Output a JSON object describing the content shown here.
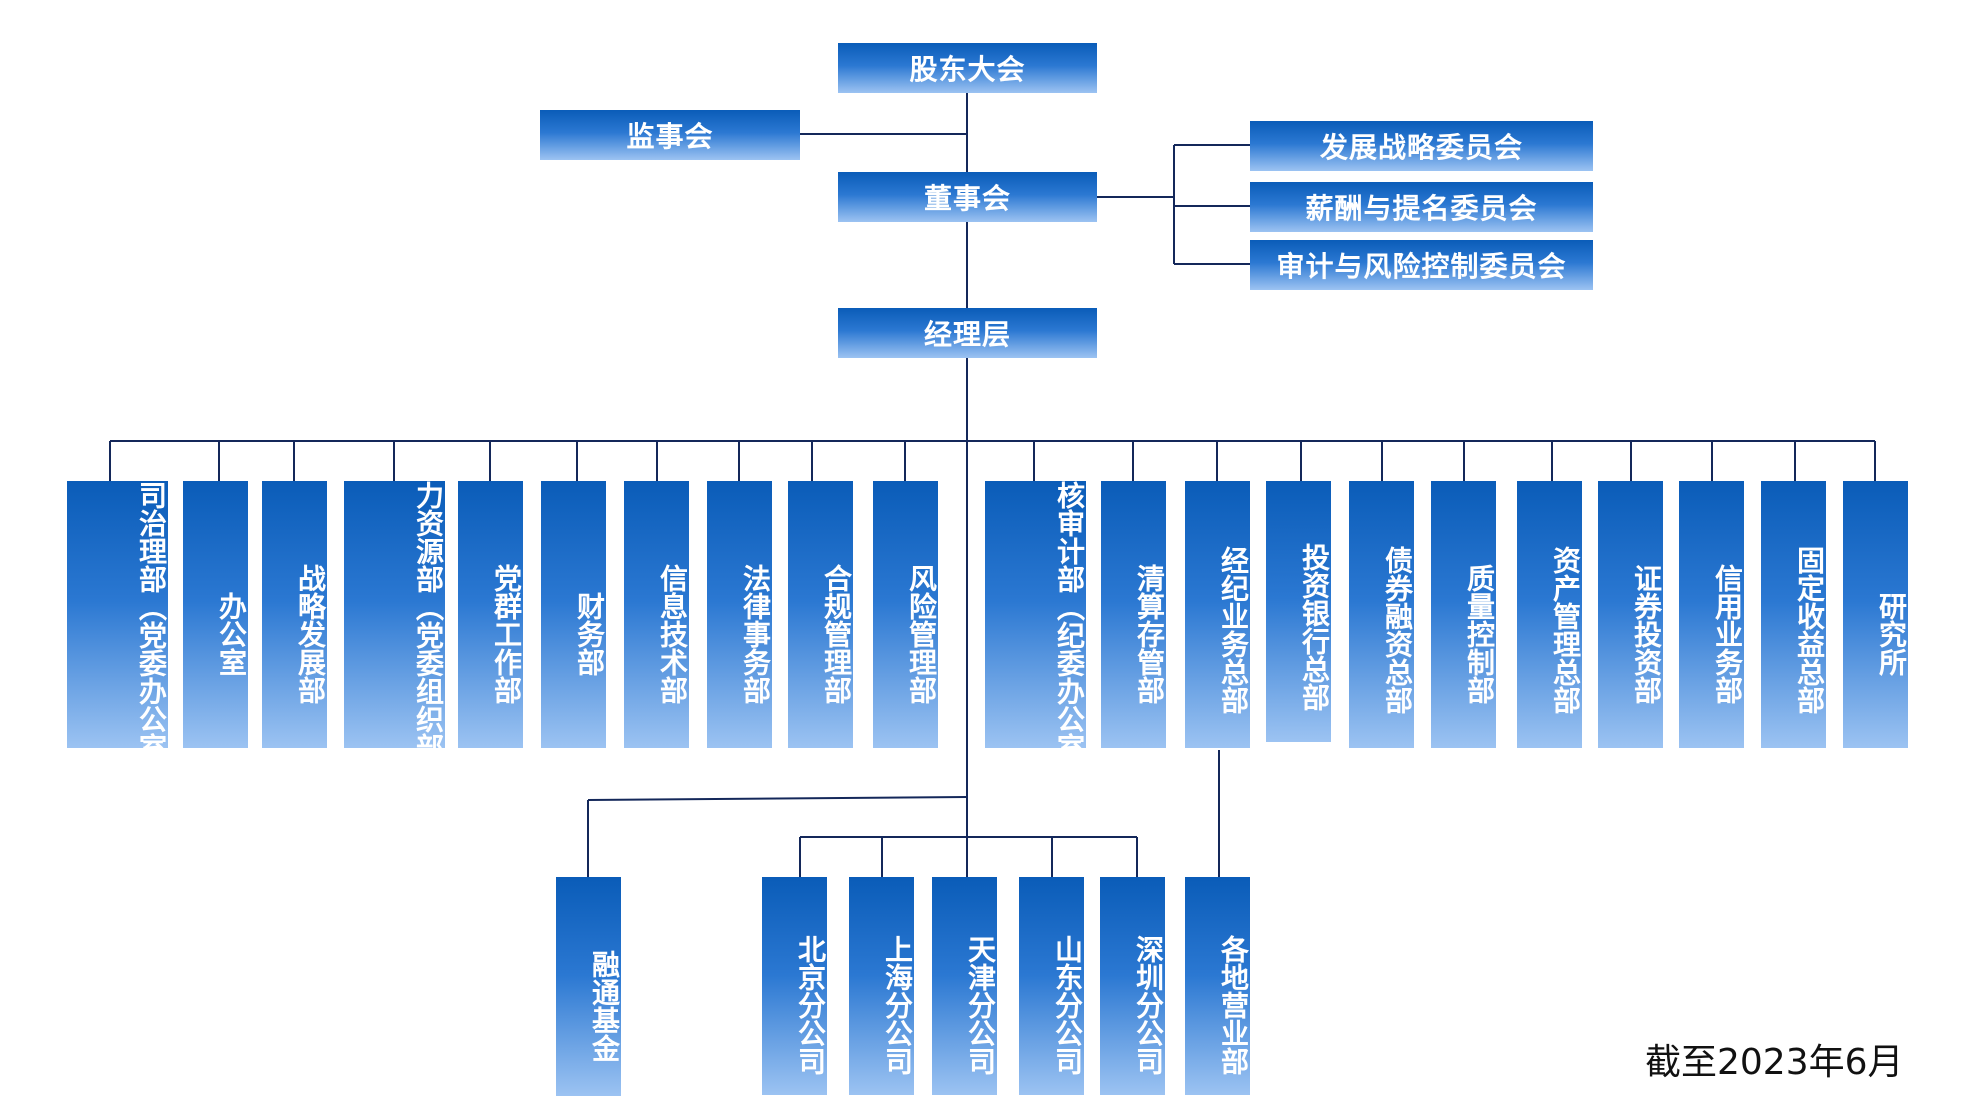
{
  "top": {
    "shareholders": "股东大会",
    "supervisors": "监事会",
    "board": "董事会",
    "management": "经理层"
  },
  "committees": [
    "发展战略委员会",
    "薪酬与提名委员会",
    "审计与风险控制委员会"
  ],
  "departments": [
    "公司治理部（党委办公室）",
    "办公室",
    "战略发展部",
    "人力资源部（党委组织部）",
    "党群工作部",
    "财务部",
    "信息技术部",
    "法律事务部",
    "合规管理部",
    "风险管理部",
    "稽核审计部（纪委办公室）",
    "清算存管部",
    "经纪业务总部",
    "投资银行总部",
    "债券融资总部",
    "质量控制部",
    "资产管理总部",
    "证券投资部",
    "信用业务部",
    "固定收益总部",
    "研究所"
  ],
  "subsidiary": "融通基金",
  "branches": [
    "北京分公司",
    "上海分公司",
    "天津分公司",
    "山东分公司",
    "深圳分公司"
  ],
  "outlets": "各地营业部",
  "note": "截至2023年6月"
}
